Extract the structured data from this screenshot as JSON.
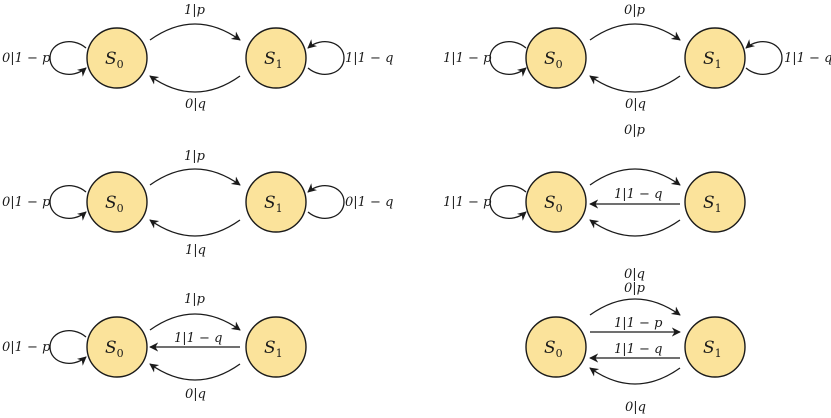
{
  "diagrams": [
    {
      "states": [
        "S0",
        "S1"
      ],
      "top_label": "1|p",
      "bottom_label": "0|q",
      "loop_left_label": "0|1 − p",
      "loop_right_label": "1|1 − q"
    },
    {
      "states": [
        "S0",
        "S1"
      ],
      "top_label": "0|p",
      "bottom_label": "0|q",
      "loop_left_label": "1|1 − p",
      "loop_right_label": "1|1 − q"
    },
    {
      "states": [
        "S0",
        "S1"
      ],
      "top_label": "1|p",
      "bottom_label": "1|q",
      "loop_left_label": "0|1 − p",
      "loop_right_label": "0|1 − q"
    },
    {
      "states": [
        "S0",
        "S1"
      ],
      "top_label": "0|p",
      "middle_label": "1|1 − q",
      "bottom_label": "",
      "loop_left_label": "1|1 − p"
    },
    {
      "states": [
        "S0",
        "S1"
      ],
      "top_label": "1|p",
      "middle_label": "1|1 − q",
      "bottom_label": "0|q",
      "loop_left_label": "0|1 − p"
    },
    {
      "states": [
        "S0",
        "S1"
      ],
      "above_label": "0|q",
      "top_label": "0|p",
      "middle_top_label": "1|1 − p",
      "middle_bottom_label": "1|1 − q",
      "bottom_label": "0|q"
    }
  ]
}
